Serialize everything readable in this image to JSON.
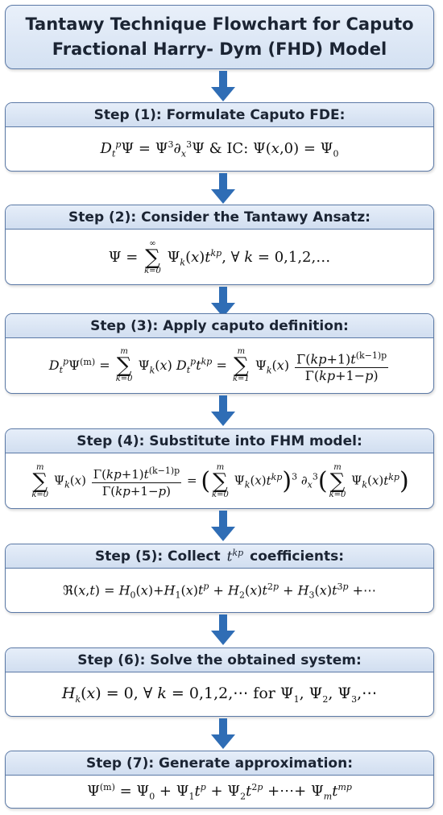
{
  "title": {
    "line1": "Tantawy Technique Flowchart for Caputo",
    "line2": "Fractional Harry- Dym (FHD) Model"
  },
  "steps": [
    {
      "header": "Step (1): Formulate Caputo FDE:"
    },
    {
      "header": "Step (2): Consider the Tantawy Ansatz:"
    },
    {
      "header": "Step (3): Apply caputo definition:"
    },
    {
      "header": "Step (4): Substitute into FHM model:"
    },
    {
      "header_pre": "Step (5): Collect",
      "header_post": "coefficients:"
    },
    {
      "header": "Step (6): Solve the obtained system:"
    },
    {
      "header": "Step (7): Generate approximation:"
    }
  ],
  "colors": {
    "box_border": "#5b79a6",
    "header_fill": "#d4e1f2",
    "arrow": "#2f6db5"
  }
}
